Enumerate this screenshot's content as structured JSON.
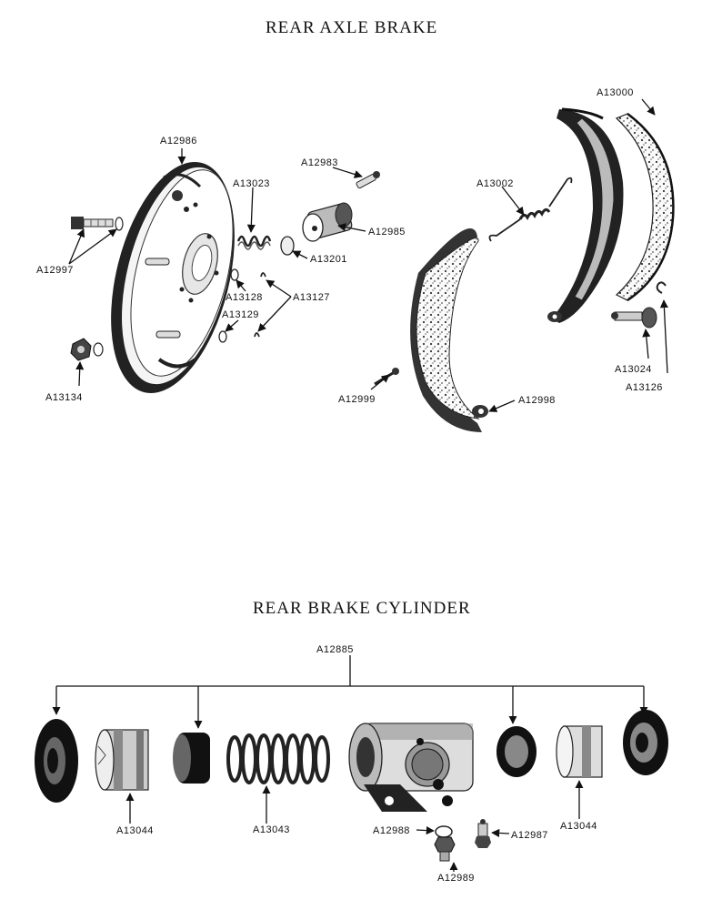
{
  "sections": {
    "axle": {
      "title": "REAR AXLE BRAKE"
    },
    "cylinder": {
      "title": "REAR BRAKE CYLINDER"
    }
  },
  "labels": {
    "a12986": "A12986",
    "a12983": "A12983",
    "a13023": "A13023",
    "a12985": "A12985",
    "a13201": "A13201",
    "a12997": "A12997",
    "a13128": "A13128",
    "a13127": "A13127",
    "a13129": "A13129",
    "a13134": "A13134",
    "a13000": "A13000",
    "a13002": "A13002",
    "a12999": "A12999",
    "a12998": "A12998",
    "a13024": "A13024",
    "a13126": "A13126",
    "a12885": "A12885",
    "a13044_left": "A13044",
    "a13043": "A13043",
    "a12988": "A12988",
    "a12987": "A12987",
    "a13044_right": "A13044",
    "a12989": "A12989"
  }
}
